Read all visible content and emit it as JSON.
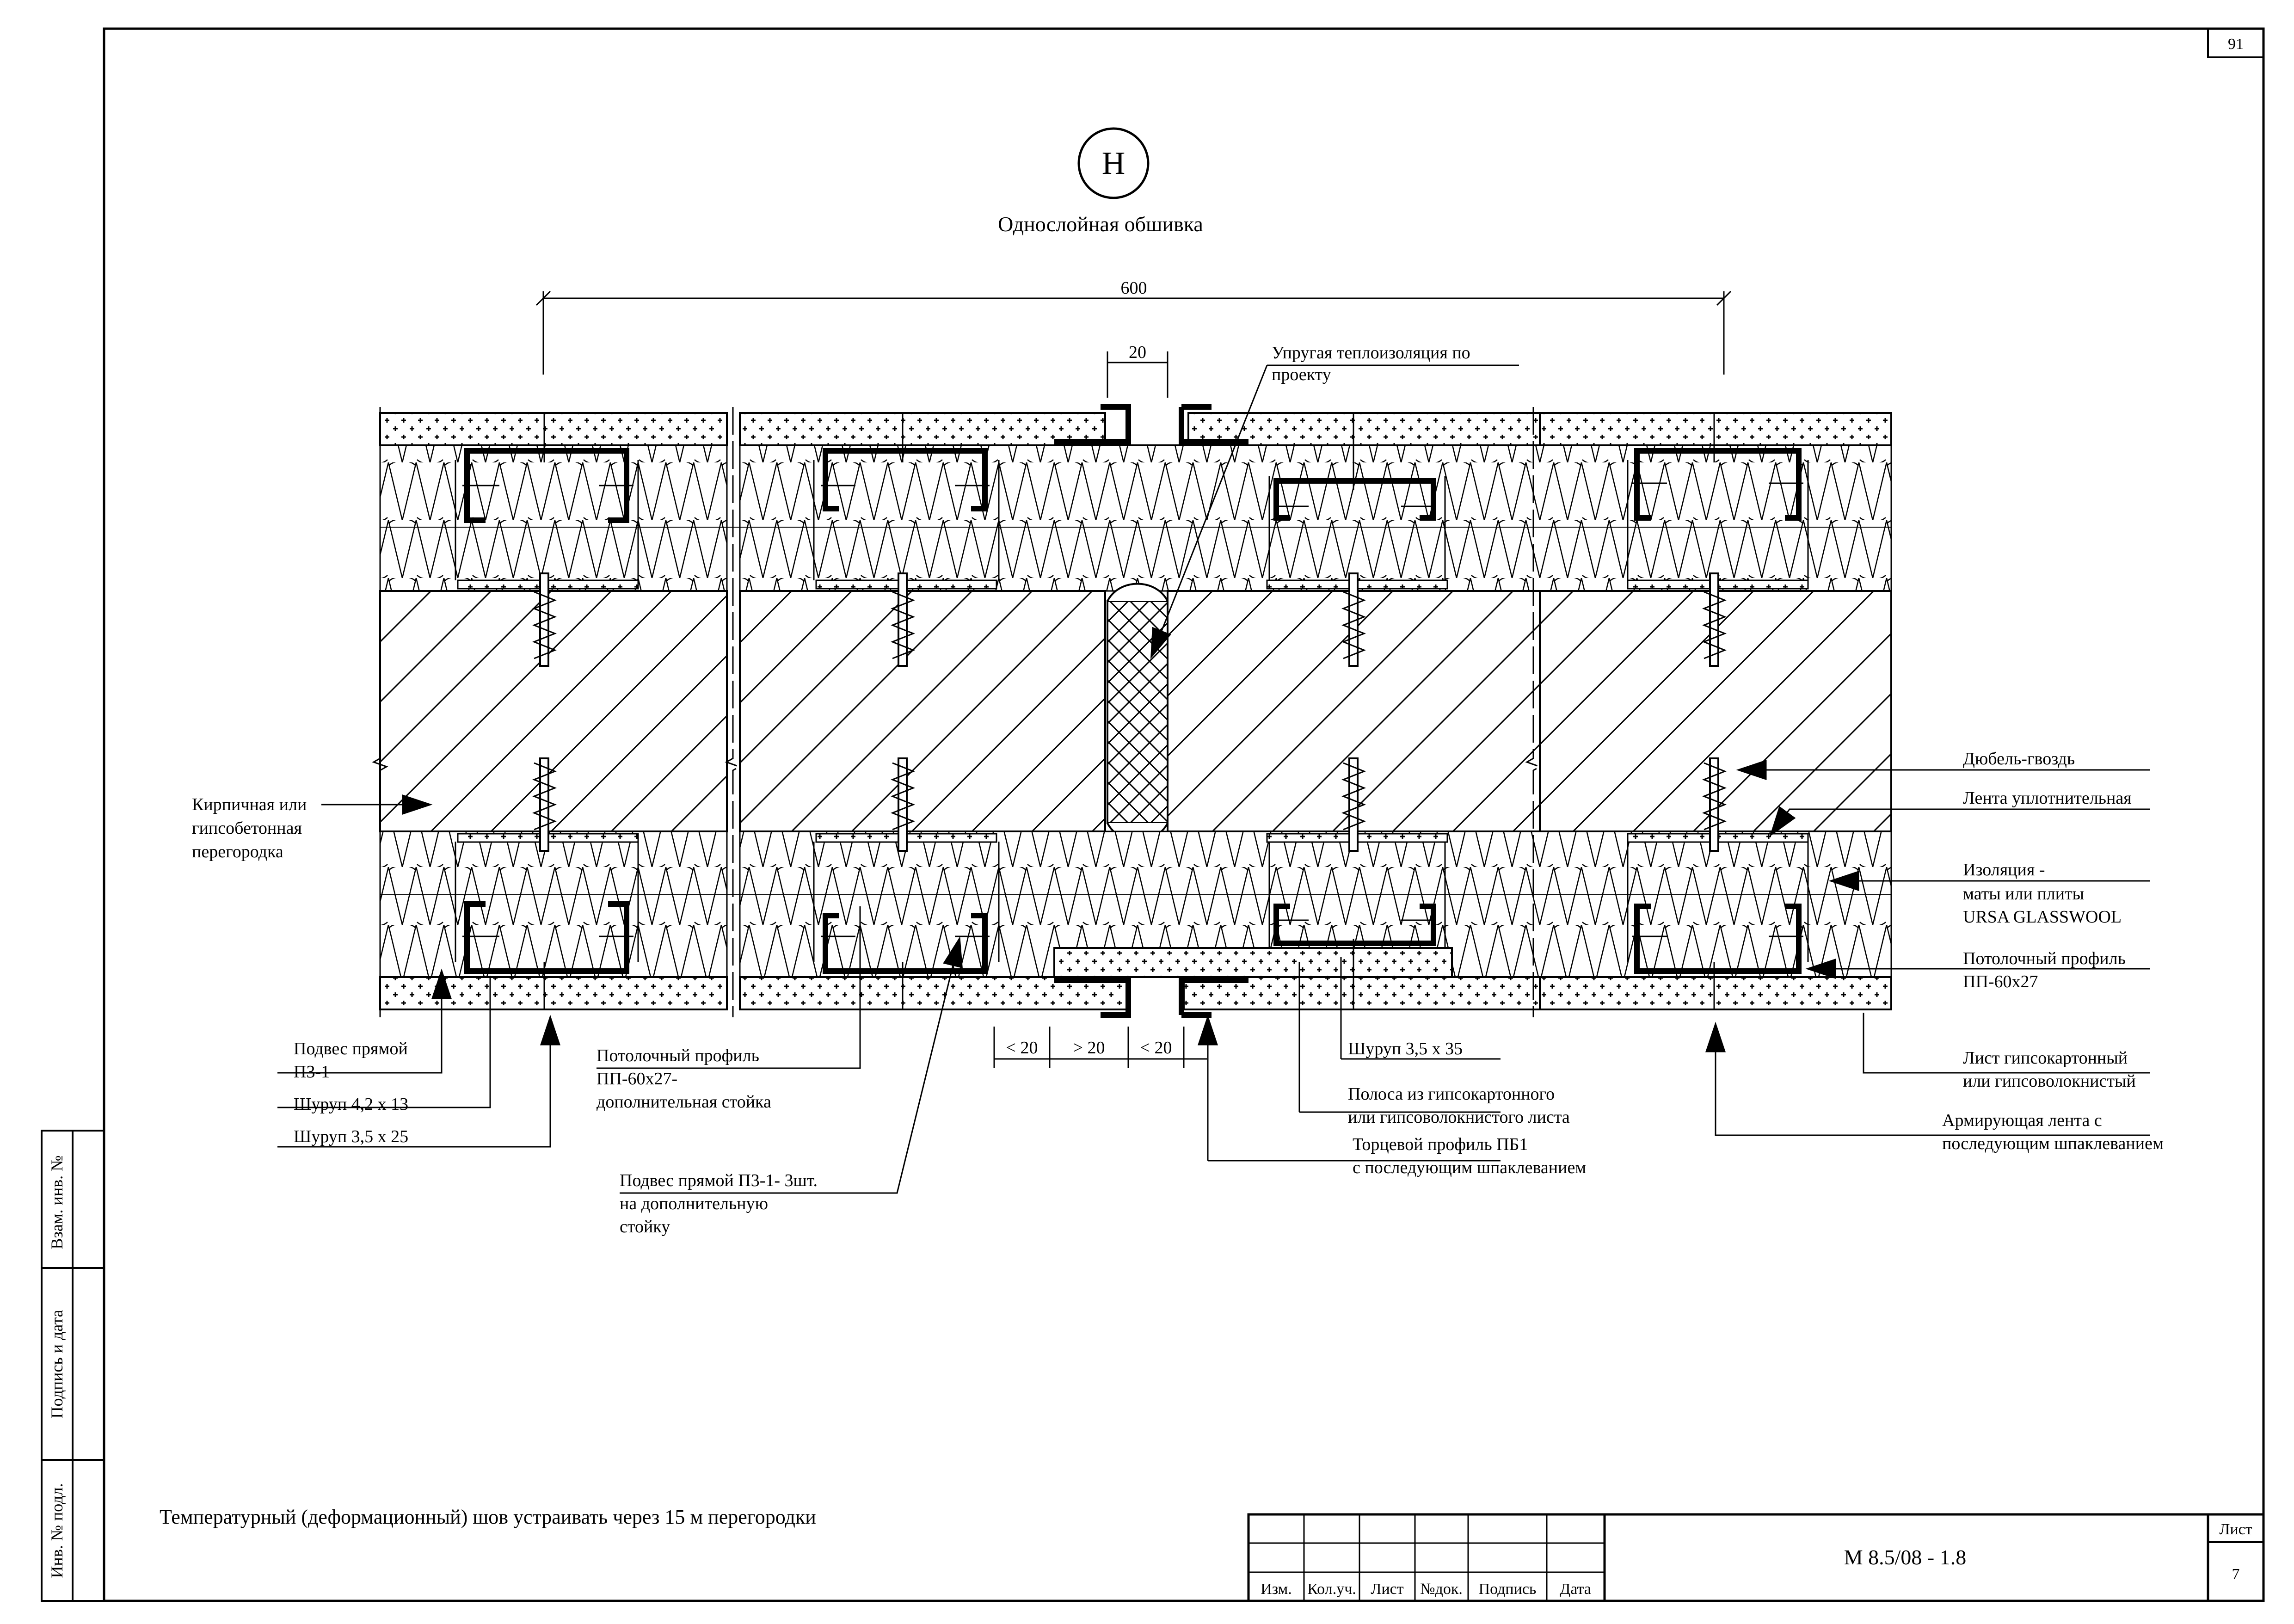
{
  "sheet": {
    "sheet_number": "91",
    "section_marker": "Н",
    "section_title": "Однослойная обшивка",
    "note": "Температурный (деформационный) шов устраивать через 15 м перегородки",
    "side_stamps": [
      "Взам. инв. №",
      "Подпись и дата",
      "Инв. № подл."
    ]
  },
  "dimensions": {
    "span": "600",
    "joint_top": "20",
    "gap_left": "< 20",
    "gap_mid": "> 20",
    "gap_right": "< 20"
  },
  "callouts": {
    "insulation_elastic": [
      "Упругая теплоизоляция по",
      "проекту"
    ],
    "brick_wall": [
      "Кирпичная или",
      "гипсобетонная",
      "перегородка"
    ],
    "dowel_nail": [
      "Дюбель-гвоздь"
    ],
    "sealing_tape": [
      "Лента уплотнительная"
    ],
    "insulation_mats": [
      "Изоляция -",
      "маты или плиты",
      "URSA GLASSWOOL"
    ],
    "ceiling_profile": [
      "Потолочный профиль",
      "ПП-60х27"
    ],
    "gypsum_sheet": [
      "Лист гипсокартонный",
      "или гипсоволокнистый"
    ],
    "reinforcing_tape": [
      "Армирующая лента с",
      "последующим шпаклеванием"
    ],
    "hanger": [
      "Подвес прямой",
      "П3-1"
    ],
    "screw_4_2": [
      "Шуруп 4,2 х 13"
    ],
    "screw_3_5_25": [
      "Шуруп 3,5 х 25"
    ],
    "extra_profile": [
      "Потолочный профиль",
      "ПП-60х27-",
      "дополнительная стойка"
    ],
    "extra_hanger": [
      "Подвес прямой П3-1- 3шт.",
      "на дополнительную",
      "стойку"
    ],
    "screw_3_5_35": [
      "Шуруп 3,5 х 35"
    ],
    "gypsum_strip": [
      "Полоса из гипсокартонного",
      "или гипсоволокнистого листа"
    ],
    "end_profile": [
      "Торцевой профиль ПБ1",
      "с последующим шпаклеванием"
    ]
  },
  "title_block": {
    "columns": [
      "Изм.",
      "Кол.уч.",
      "Лист",
      "№док.",
      "Подпись",
      "Дата"
    ],
    "designation": "М 8.5/08 - 1.8",
    "sheet_label": "Лист",
    "sheet_value": "7"
  }
}
